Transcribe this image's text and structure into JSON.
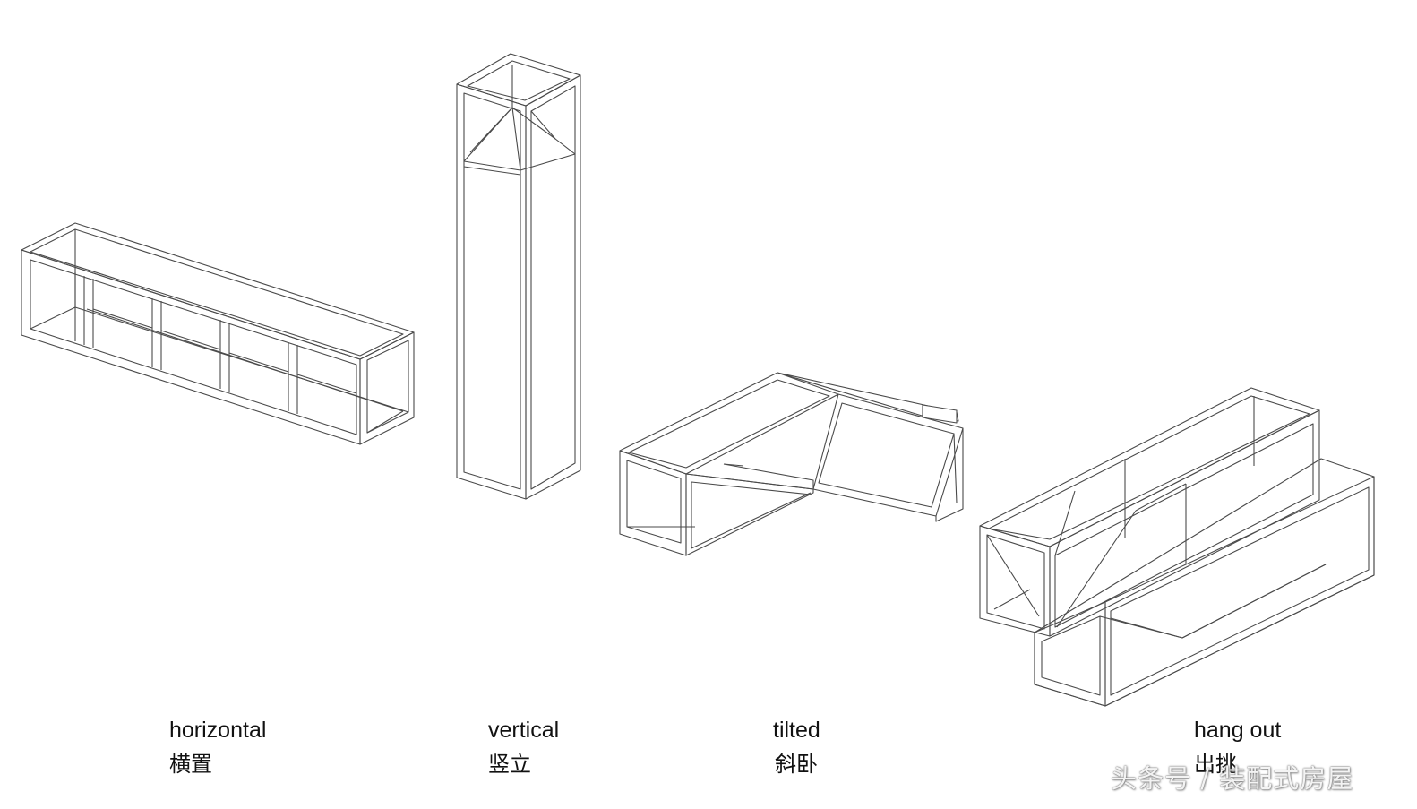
{
  "figures": [
    {
      "name": "horizontal",
      "label_en": "horizontal",
      "label_zh": "横置"
    },
    {
      "name": "vertical",
      "label_en": "vertical",
      "label_zh": "竖立"
    },
    {
      "name": "tilted",
      "label_en": "tilted",
      "label_zh": "斜卧"
    },
    {
      "name": "hang-out",
      "label_en": "hang out",
      "label_zh": "出挑"
    }
  ],
  "watermark": "头条号 / 装配式房屋",
  "colors": {
    "line": "#4a4a4a",
    "background": "#ffffff",
    "text": "#111111"
  }
}
